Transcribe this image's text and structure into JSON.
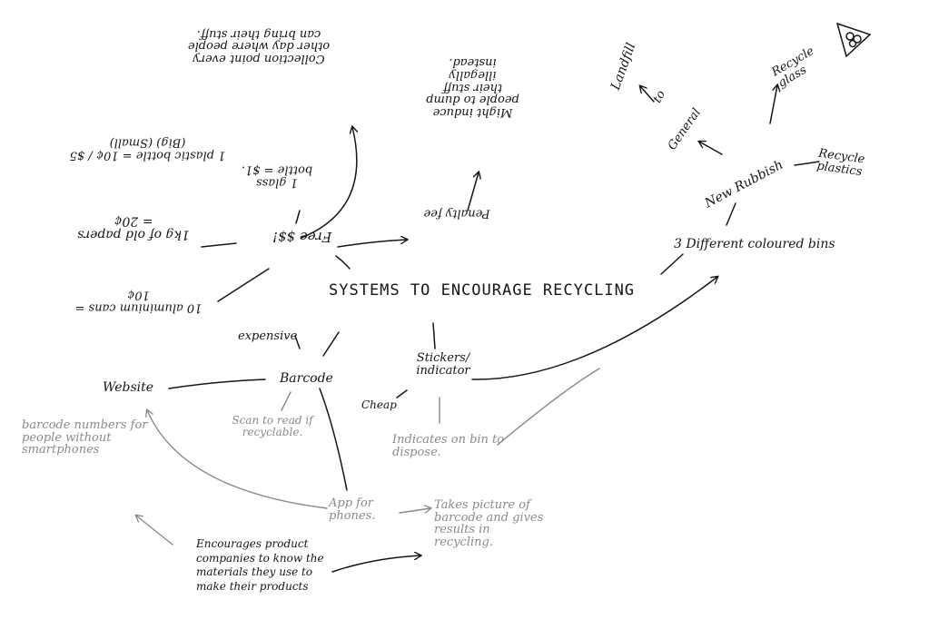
{
  "center": "SYSTEMS TO ENCOURAGE RECYCLING",
  "branches": {
    "free_money": "Free $$!",
    "penalty_fee": "Penalty fee",
    "bins": "3 Different coloured bins",
    "barcode": "Barcode",
    "stickers": "Stickers/ indicator"
  },
  "bins_sub": {
    "new_rubbish": "New Rubbish",
    "general": "General",
    "to": "to",
    "landfill": "Landfill",
    "recycle_glass": "Recycle glass",
    "recycle_plastics": "Recycle plastics"
  },
  "free_money_notes": {
    "glass_bottle": "1 glass bottle = $1.",
    "plastic_bottle": "1 plastic bottle = 10¢ / $5 (Big) (Small)",
    "old_papers": "1kg of old papers = 20¢",
    "aluminium_cans": "10 aluminium cans = 10¢",
    "collection_point": "Collection point every other day where people can bring their stuff."
  },
  "penalty_note": "Might induce people to dump their stuff illegally instead.",
  "barcode_notes": {
    "expensive": "expensive",
    "website": "Website",
    "scan": "Scan to read if recyclable.",
    "website_note": "barcode numbers for people without smartphones",
    "app": "App for phones.",
    "takes_picture": "Takes picture of barcode and gives results in recycling.",
    "encourages": "Encourages product companies to know the materials they use to make their products"
  },
  "sticker_notes": {
    "cheap": "Cheap",
    "indicates": "Indicates on bin to dispose."
  },
  "colors": {
    "ink": "#151515",
    "pencil": "#8a8a8a",
    "paper": "#ffffff"
  },
  "icons": [
    "recycle-triangle-icon"
  ]
}
